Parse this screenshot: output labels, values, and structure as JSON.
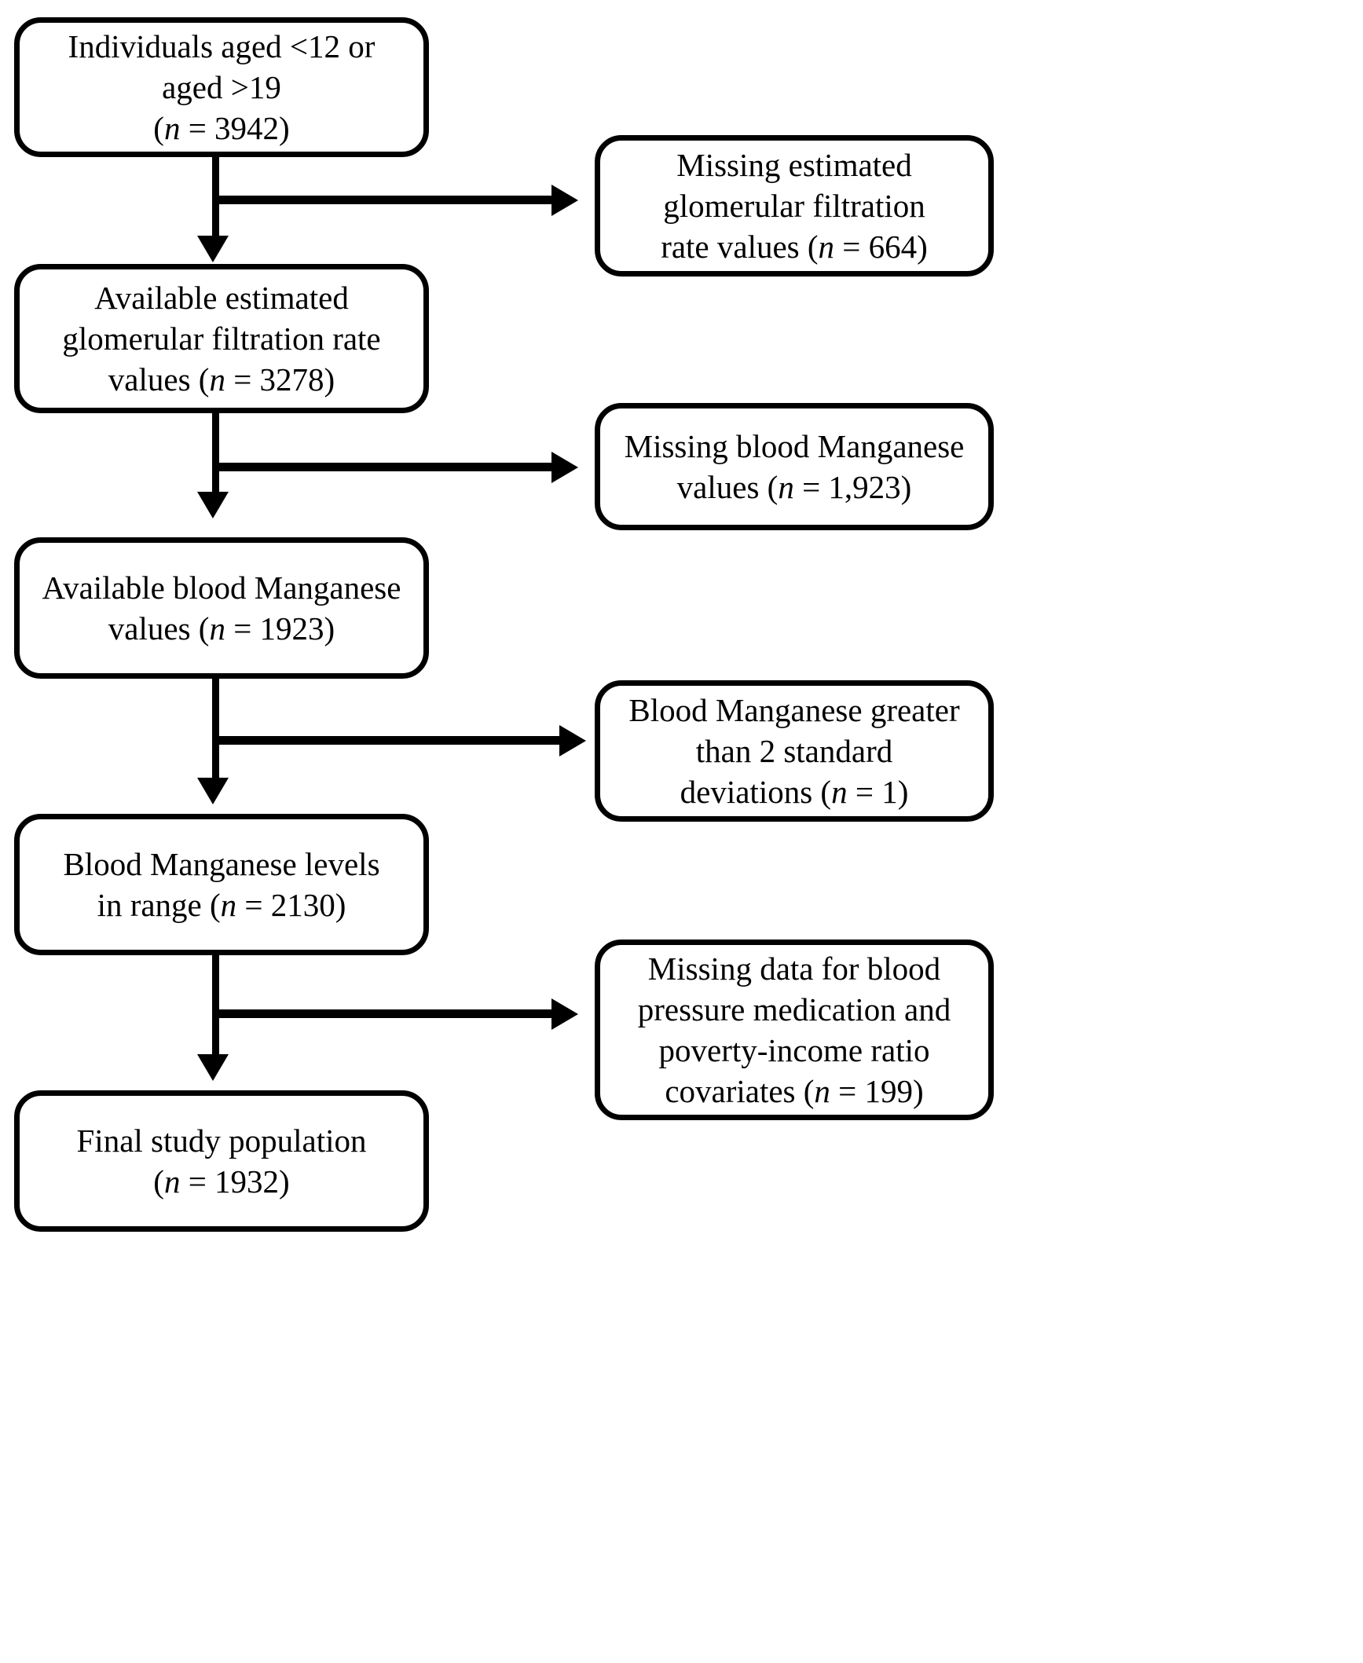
{
  "figure": {
    "type": "flowchart",
    "orientation": "vertical-with-side-exclusions",
    "colors": {
      "stroke": "#000000",
      "fill": "#ffffff",
      "text": "#000000"
    },
    "main_flow": [
      {
        "id": "node-initial-population",
        "lines": [
          "Individuals aged <12 or",
          "aged >19",
          "(n = 3942)"
        ],
        "n": 3942
      },
      {
        "id": "node-available-egfr",
        "lines": [
          "Available estimated",
          "glomerular filtration rate",
          "values (n = 3278)"
        ],
        "n": 3278
      },
      {
        "id": "node-available-manganese",
        "lines": [
          "Available blood Manganese",
          "values (n = 1923)"
        ],
        "n": 1923
      },
      {
        "id": "node-manganese-in-range",
        "lines": [
          "Blood Manganese levels",
          "in range (n = 2130)"
        ],
        "n": 2130
      },
      {
        "id": "node-final-population",
        "lines": [
          "Final study population",
          "(n = 1932)"
        ],
        "n": 1932
      }
    ],
    "exclusions": [
      {
        "id": "node-excluded-missing-egfr",
        "lines": [
          "Missing estimated",
          "glomerular filtration",
          "rate values (n = 664)"
        ],
        "n": 664
      },
      {
        "id": "node-excluded-missing-manganese",
        "lines": [
          "Missing blood Manganese",
          "values (n = 1,923)"
        ],
        "n": 1923
      },
      {
        "id": "node-excluded-manganese-high",
        "lines": [
          "Blood Manganese greater",
          "than 2 standard",
          "deviations (n = 1)"
        ],
        "n": 1
      },
      {
        "id": "node-excluded-missing-covariates",
        "lines": [
          "Missing data for blood",
          "pressure medication and",
          "poverty-income ratio",
          "covariates (n = 199)"
        ],
        "n": 199
      }
    ],
    "boxes": {
      "initial_population": "Individuals aged <12 or\naged >19\n(n = 3942)",
      "available_egfr": "Available estimated\nglomerular filtration rate\nvalues (n = 3278)",
      "available_manganese": "Available blood Manganese\nvalues (n = 1923)",
      "manganese_in_range": "Blood Manganese levels\nin range (n = 2130)",
      "final_population": "Final study population\n(n = 1932)",
      "excluded_missing_egfr": "Missing estimated\nglomerular filtration\nrate values (n = 664)",
      "excluded_missing_manganese": "Missing blood Manganese\nvalues (n = 1,923)",
      "excluded_manganese_high": "Blood Manganese greater\nthan 2 standard\ndeviations (n = 1)",
      "excluded_missing_covariates": "Missing data for blood\npressure medication and\npoverty-income ratio\ncovariates (n = 199)"
    }
  }
}
